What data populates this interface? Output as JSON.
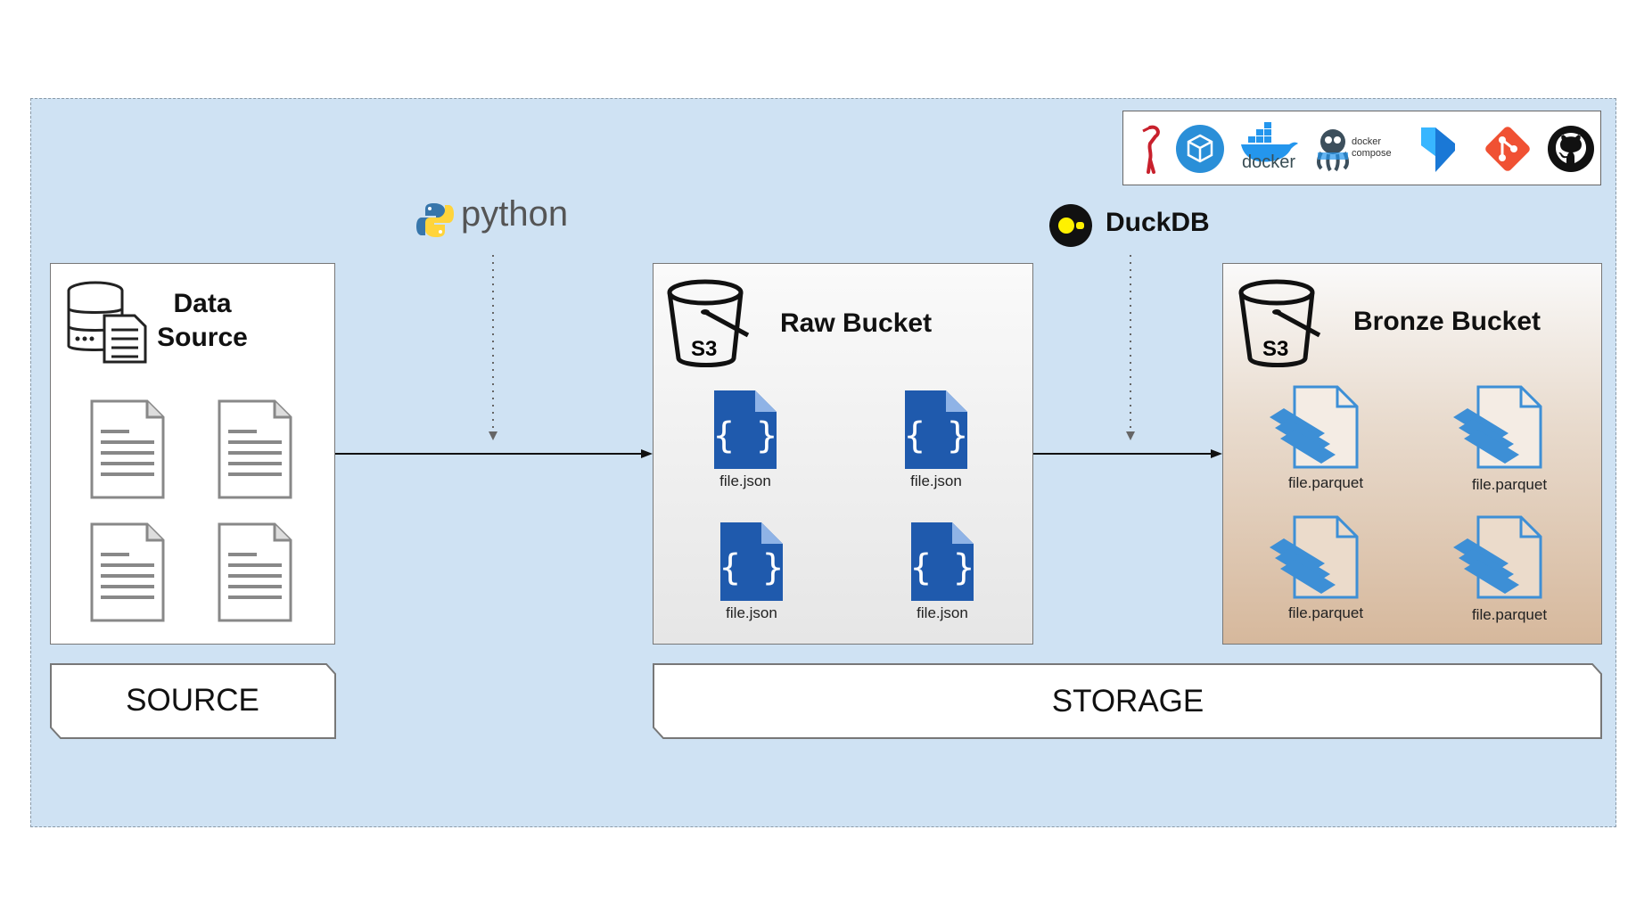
{
  "source": {
    "title_line1": "Data",
    "title_line2": "Source",
    "tag": "SOURCE"
  },
  "tools": {
    "python_label": "python",
    "duckdb_label": "DuckDB"
  },
  "raw_bucket": {
    "title": "Raw Bucket",
    "s3_label": "S3",
    "files": [
      "file.json",
      "file.json",
      "file.json",
      "file.json"
    ]
  },
  "bronze_bucket": {
    "title": "Bronze Bucket",
    "s3_label": "S3",
    "files": [
      "file.parquet",
      "file.parquet",
      "file.parquet",
      "file.parquet"
    ]
  },
  "storage": {
    "tag": "STORAGE"
  },
  "tech_stack": {
    "docker_label": "docker",
    "compose_label_1": "docker",
    "compose_label_2": "compose"
  },
  "colors": {
    "canvas_bg": "#cfe2f3",
    "json_icon": "#1f5aad",
    "parquet_icon": "#3d8fd6",
    "git_orange": "#f05133",
    "docker_blue": "#2496ed"
  }
}
